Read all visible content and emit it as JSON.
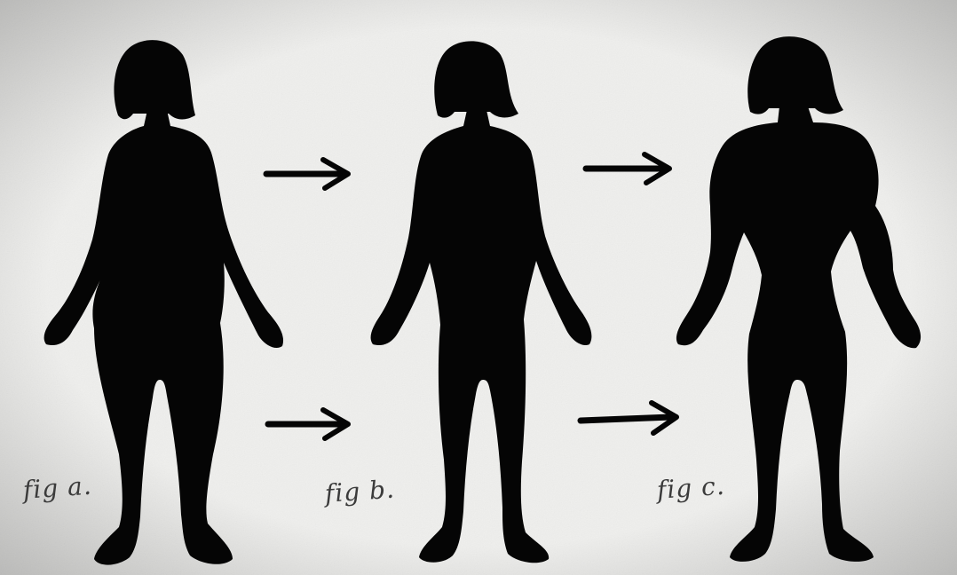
{
  "figures": [
    {
      "caption": "fig a."
    },
    {
      "caption": "fig b."
    },
    {
      "caption": "fig c."
    }
  ],
  "colors": {
    "paper": "#efefed",
    "ink": "#050505",
    "caption_ink": "#3b3b3b"
  }
}
